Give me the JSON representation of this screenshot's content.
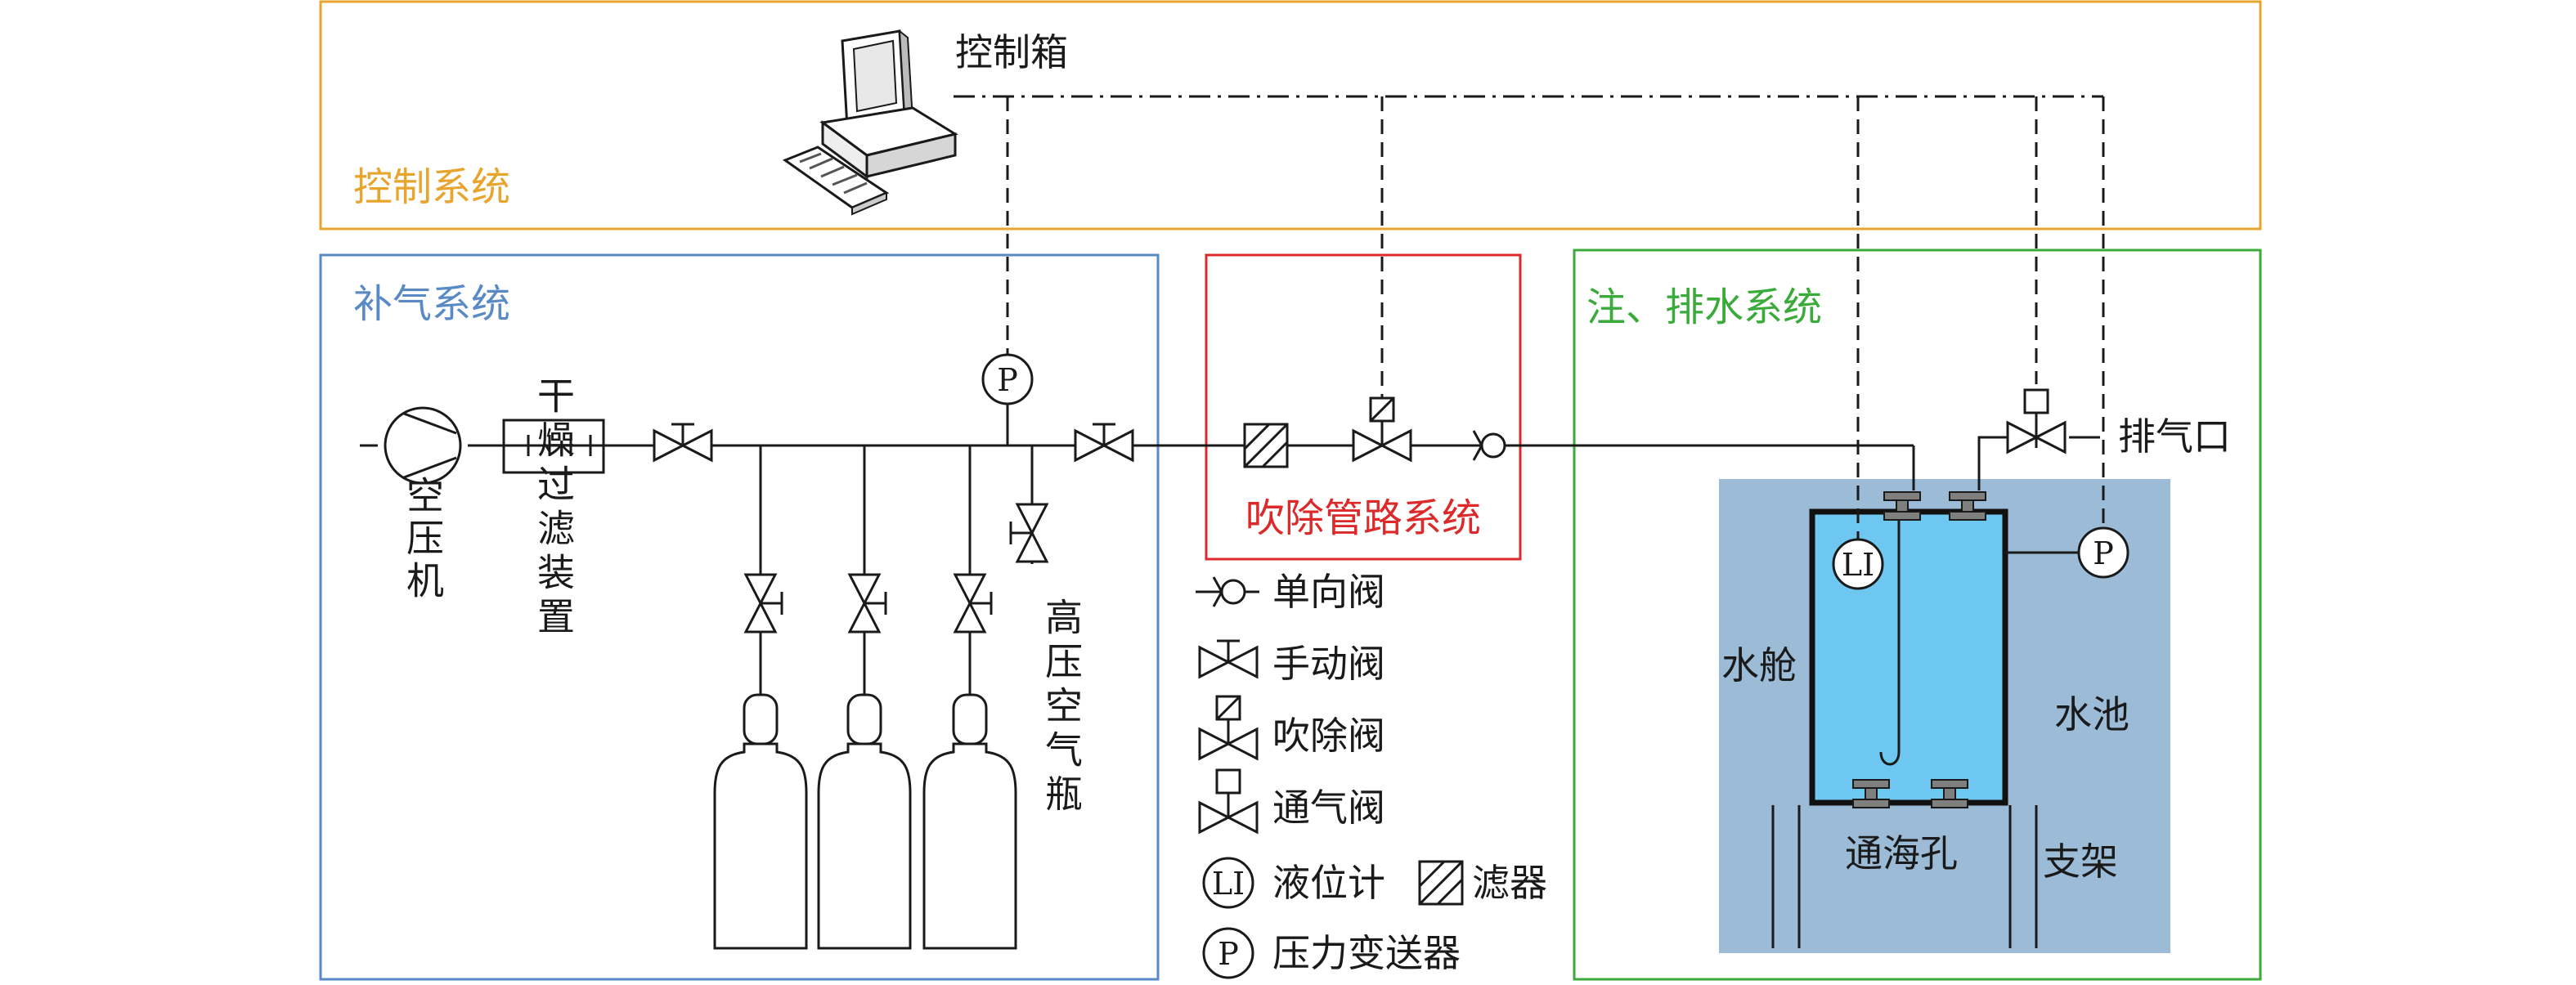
{
  "colors": {
    "control_system": "#e7a52d",
    "air_supply_system": "#5a8ac6",
    "blow_system": "#dc2a2a",
    "water_system": "#3aaa3a",
    "pool": "#9bbbd7",
    "cabin": "#6ec7f0",
    "flange": "#7f7f7f"
  },
  "systems": {
    "control": "控制系统",
    "air_supply": "补气系统",
    "blow": "吹除管路系统",
    "water": "注、排水系统"
  },
  "components": {
    "control_box": "控制箱",
    "compressor": "空压机",
    "dryer_filter": "干燥过滤装置",
    "hp_bottles": "高压空气瓶",
    "vent_port": "排气口",
    "cabin": "水舱",
    "pool": "水池",
    "sea_hole": "通海孔",
    "support": "支架"
  },
  "instruments": {
    "pressure_tag": "P",
    "level_tag": "LI"
  },
  "legend": {
    "check_valve": "单向阀",
    "manual_valve": "手动阀",
    "blow_valve": "吹除阀",
    "vent_valve": "通气阀",
    "level_gauge": "液位计",
    "filter": "滤器",
    "pressure_transmitter": "压力变送器"
  },
  "icons": [
    "computer-icon",
    "compressor-icon",
    "manual-valve-icon",
    "blow-valve-icon",
    "vent-valve-icon",
    "check-valve-icon",
    "filter-icon",
    "gas-bottle-icon",
    "pressure-transmitter-icon",
    "level-gauge-icon"
  ]
}
